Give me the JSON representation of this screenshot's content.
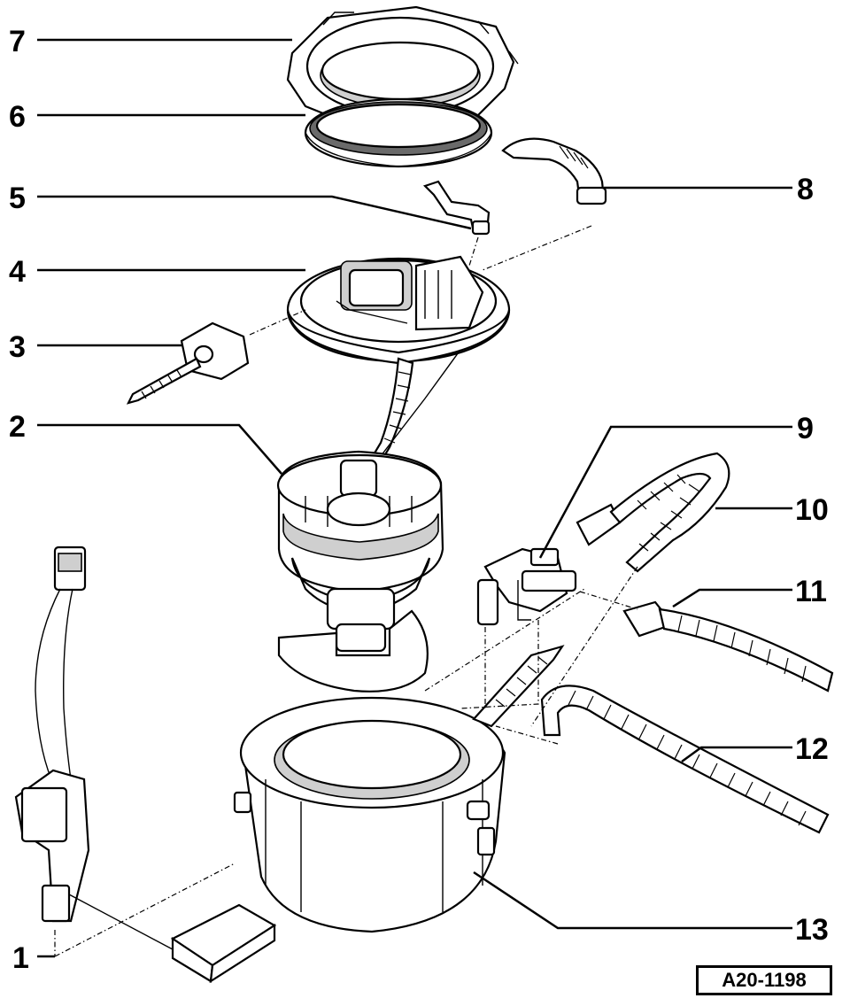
{
  "diagram": {
    "callouts": [
      {
        "id": "1",
        "label": "1"
      },
      {
        "id": "2",
        "label": "2"
      },
      {
        "id": "3",
        "label": "3"
      },
      {
        "id": "4",
        "label": "4"
      },
      {
        "id": "5",
        "label": "5"
      },
      {
        "id": "6",
        "label": "6"
      },
      {
        "id": "7",
        "label": "7"
      },
      {
        "id": "8",
        "label": "8"
      },
      {
        "id": "9",
        "label": "9"
      },
      {
        "id": "10",
        "label": "10"
      },
      {
        "id": "11",
        "label": "11"
      },
      {
        "id": "12",
        "label": "12"
      },
      {
        "id": "13",
        "label": "13"
      }
    ],
    "reference_code": "A20-1198"
  }
}
